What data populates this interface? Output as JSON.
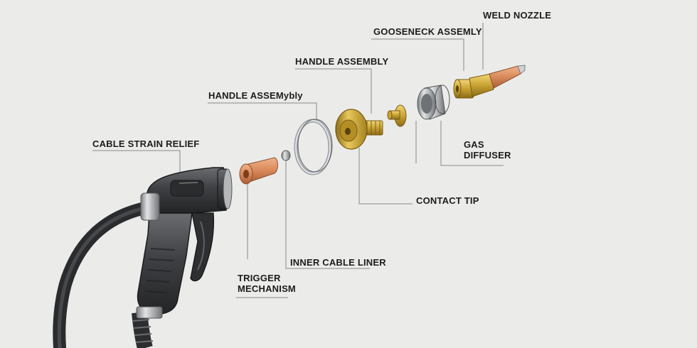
{
  "labels": {
    "weld_nozzle": "WELD NOZZLE",
    "gooseneck_assembly": "GOOSENECK ASSEMLY",
    "handle_assembly": "HANDLE ASSEMBLY",
    "handle_assemy": "HANDLE ASSEMуbly",
    "cable_strain_relief": "CABLE STRAIN RELIEF",
    "gas_diffuser_line1": "GAS",
    "gas_diffuser_line2": "DIFFUSER",
    "contact_tip": "CONTACT TIP",
    "inner_cable_liner": "INNER CABLE LINER",
    "trigger_line1": "TRIGGER",
    "trigger_line2": "MECHANISM"
  },
  "colors": {
    "background": "#ebebea",
    "gun_body": "#3d3e40",
    "copper": "#d98a5b",
    "brass": "#c9a233",
    "steel": "#a9acae",
    "leader": "#8a8a8a"
  }
}
